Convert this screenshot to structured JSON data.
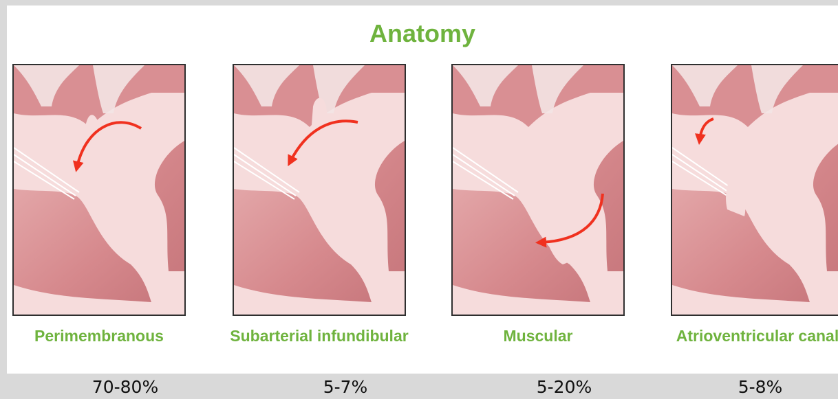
{
  "title": "Anatomy",
  "panels": [
    {
      "label": "Perimembranous",
      "percent": "70-80%"
    },
    {
      "label": "Subarterial infundibular",
      "percent": "5-7%"
    },
    {
      "label": "Muscular",
      "percent": "5-20%"
    },
    {
      "label": "Atrioventricular canal",
      "percent": "5-8%"
    }
  ],
  "colors": {
    "title_green": "#6fb33e",
    "myocardium": "#d98f93",
    "chamber": "#f6dcdc",
    "flow_arrow": "#f0311f",
    "background": "#d9d9d9"
  }
}
